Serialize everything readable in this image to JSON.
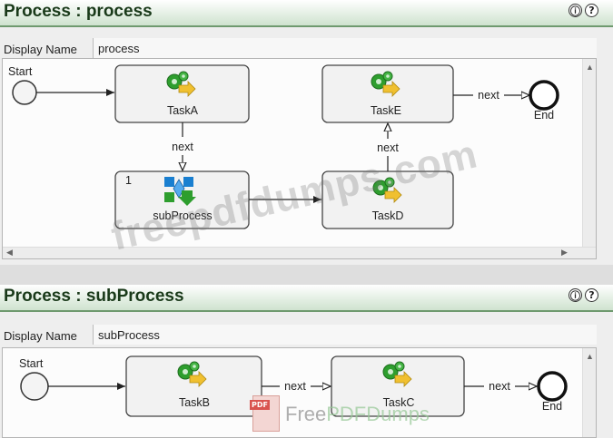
{
  "panels": [
    {
      "title": "Process : process",
      "display_name_label": "Display Name",
      "display_name_value": "process",
      "start_label": "Start",
      "end_label": "End",
      "tasks": [
        {
          "label": "TaskA",
          "icon": "gear-arrow-icon"
        },
        {
          "label": "TaskE",
          "icon": "gear-arrow-icon"
        },
        {
          "label": "subProcess",
          "icon": "subprocess-icon",
          "badge": "1"
        },
        {
          "label": "TaskD",
          "icon": "gear-arrow-icon"
        }
      ],
      "connectors": [
        "next",
        "next",
        "next"
      ]
    },
    {
      "title": "Process : subProcess",
      "display_name_label": "Display Name",
      "display_name_value": "subProcess",
      "start_label": "Start",
      "end_label": "End",
      "tasks": [
        {
          "label": "TaskB",
          "icon": "gear-arrow-icon"
        },
        {
          "label": "TaskC",
          "icon": "gear-arrow-icon"
        }
      ],
      "connectors": [
        "next",
        "next"
      ]
    }
  ],
  "help_icons": [
    "ⓘ",
    "?"
  ],
  "watermark": {
    "text": "freepdfdumps.com",
    "logo_tag": "PDF",
    "logo_text_a": "Free",
    "logo_text_b": "PDF",
    "logo_text_c": "Dumps"
  },
  "colors": {
    "title_bar": "#cfe3cf",
    "gear": "#2e9e2e",
    "arrow": "#f0c030",
    "subprocess": "#1a7fd0"
  }
}
